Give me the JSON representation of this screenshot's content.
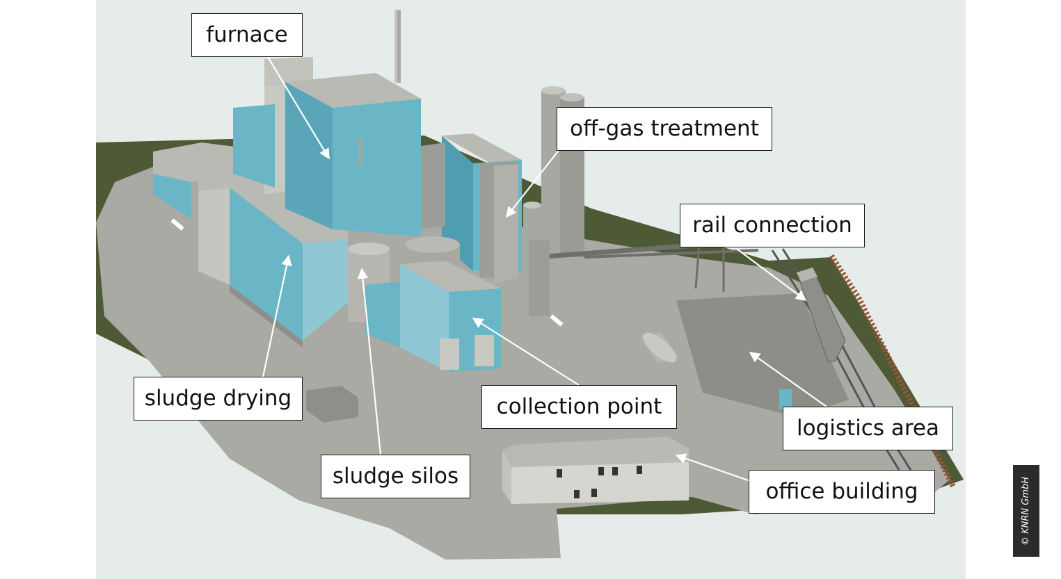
{
  "labels": {
    "furnace": "furnace",
    "off_gas_treatment": "off-gas treatment",
    "rail_connection": "rail connection",
    "sludge_drying": "sludge drying",
    "collection_point": "collection point",
    "logistics_area": "logistics area",
    "sludge_silos": "sludge silos",
    "office_building": "office building"
  },
  "copyright": "© KNRN GmbH",
  "colors": {
    "background": "#e6ece9",
    "ground": "#a9aaa3",
    "grass": "#4d5a35",
    "building_blue": "#6ab6c7",
    "building_blue_dark": "#4f9db0",
    "roof_gray": "#b9bab3",
    "silo_gray": "#a7a8a2",
    "rail_fence": "#9a5535",
    "arrow": "#ffffff",
    "label_border": "#1a1a1a"
  }
}
